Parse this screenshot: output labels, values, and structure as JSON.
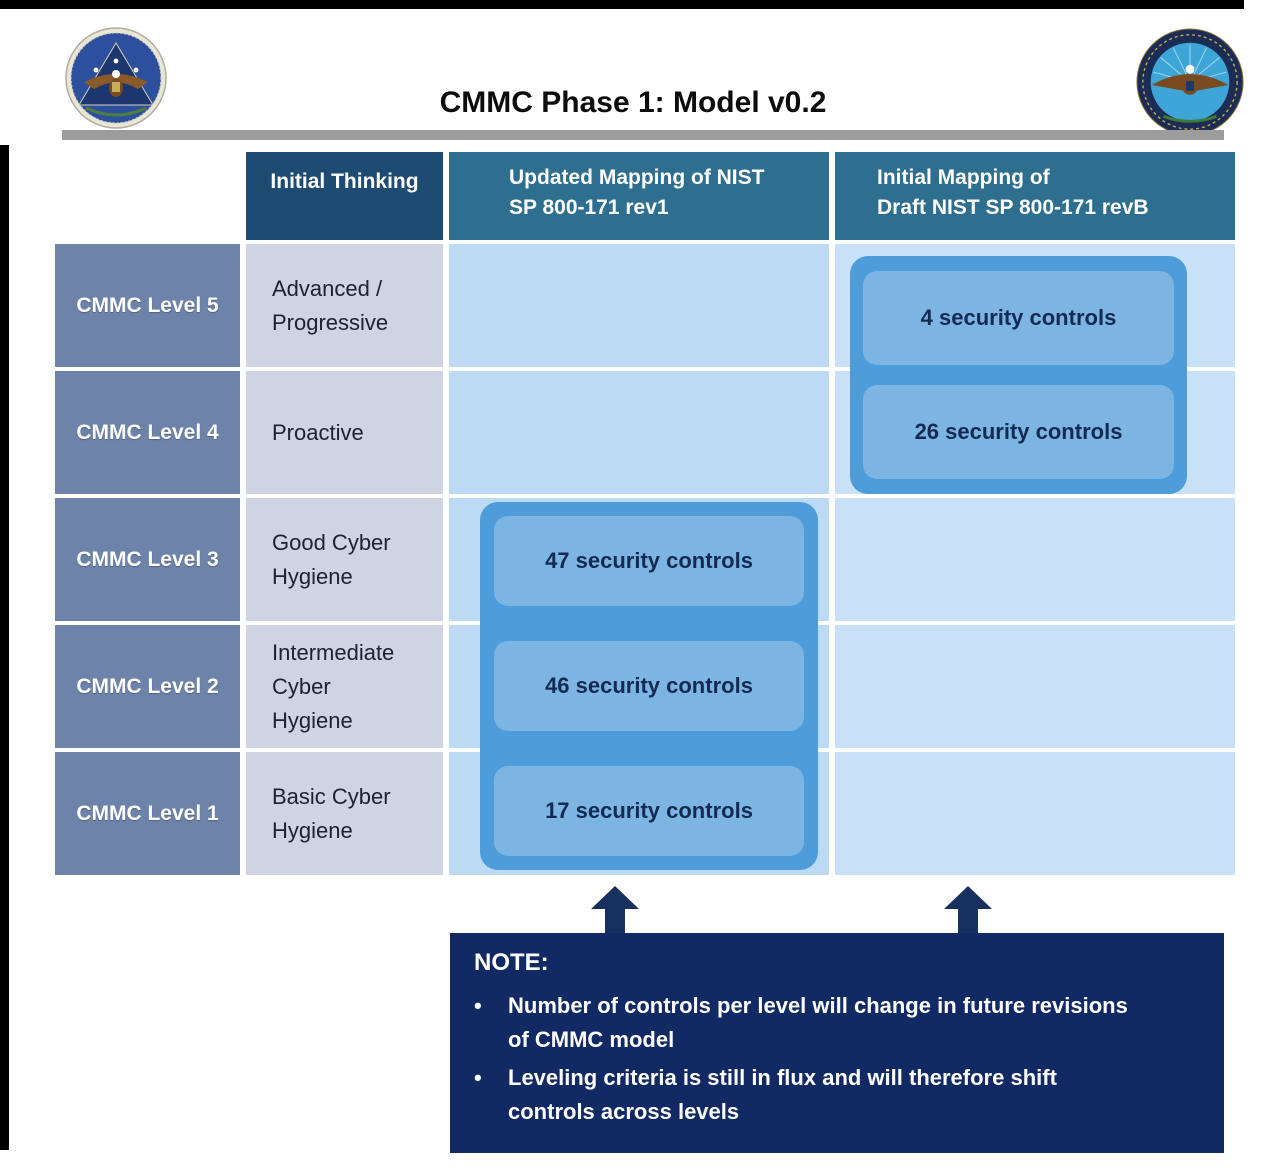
{
  "page": {
    "title": "CMMC Phase 1: Model v0.2"
  },
  "seals": {
    "left": "joint-chiefs-of-staff-seal",
    "right": "department-of-defense-seal"
  },
  "table": {
    "col_headers": [
      {
        "label": "Initial Thinking"
      },
      {
        "label": "Updated Mapping of  NIST\nSP 800-171 rev1"
      },
      {
        "label": "Initial Mapping of\nDraft NIST SP 800-171 revB"
      }
    ],
    "rows": [
      {
        "level": "CMMC Level 5",
        "description": "Advanced /\nProgressive"
      },
      {
        "level": "CMMC Level 4",
        "description": "Proactive"
      },
      {
        "level": "CMMC Level 3",
        "description": "Good Cyber\nHygiene"
      },
      {
        "level": "CMMC Level 2",
        "description": "Intermediate\nCyber\nHygiene"
      },
      {
        "level": "CMMC Level 1",
        "description": "Basic Cyber\nHygiene"
      }
    ],
    "rev1_controls": [
      {
        "label": "47 security controls"
      },
      {
        "label": "46 security controls"
      },
      {
        "label": "17 security controls"
      }
    ],
    "revB_controls": [
      {
        "label": "4 security controls"
      },
      {
        "label": "26 security controls"
      }
    ]
  },
  "note": {
    "heading": "NOTE:",
    "bullets": [
      "Number of controls per level will change in future revisions\nof CMMC model",
      "Leveling criteria is still in flux and will therefore shift\ncontrols across levels"
    ]
  },
  "colors": {
    "header_dark": "#1d4b72",
    "header_teal": "#2e6e8e",
    "level_column": "#6d83a9",
    "description_column": "#ced4e2",
    "rev1_column": "#bcdaf3",
    "revB_column": "#c9e1f6",
    "controls_container": "#4e9cd9",
    "controls_pill": "#7cb5e2",
    "controls_text": "#132a52",
    "note_box": "#122a64",
    "arrow": "#16305f",
    "divider": "#9c9c9c"
  }
}
